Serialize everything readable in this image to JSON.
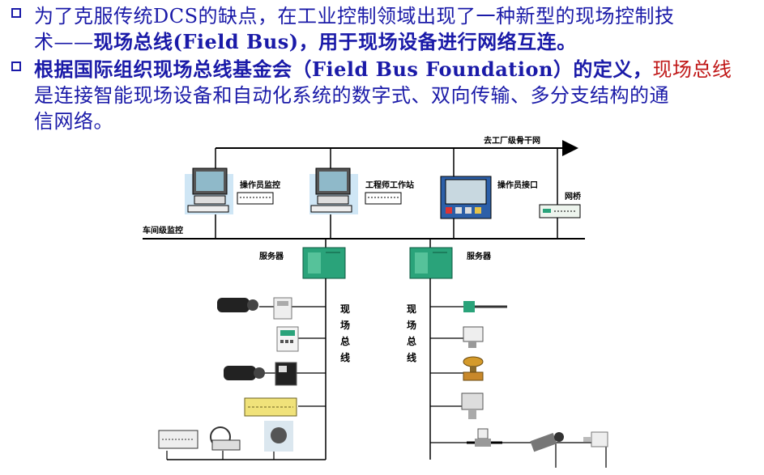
{
  "bullet1": {
    "line1": "为了克服传统DCS的缺点，在工业控制领域出现了一种新型的现场控制技",
    "line2_a": "术——",
    "line2_b": "现场总线(Field Bus)，用于现场设备进行网络互连。"
  },
  "bullet2": {
    "line1_a": "根据国际组织现场总线基金会（Field Bus Foundation）的定义，",
    "line1_b": "现场总线",
    "line2": "是连接智能现场设备和自动化系统的数字式、双向传输、多分支结构的通",
    "line3": "信网络。"
  },
  "diagram": {
    "backbone_label": "去工厂级骨干网",
    "operator_monitor": "操作员监控",
    "engineer_station": "工程师工作站",
    "operator_interface": "操作员接口",
    "bridge": "网桥",
    "workshop_monitor": "车间级监控",
    "server_left": "服务器",
    "server_right": "服务器",
    "fieldbus_left": [
      "现",
      "场",
      "总",
      "线"
    ],
    "fieldbus_right": [
      "现",
      "场",
      "总",
      "线"
    ]
  },
  "colors": {
    "text_blue": "#1a1aa8",
    "highlight_red": "#c01818",
    "server_green": "#2aa37a"
  }
}
